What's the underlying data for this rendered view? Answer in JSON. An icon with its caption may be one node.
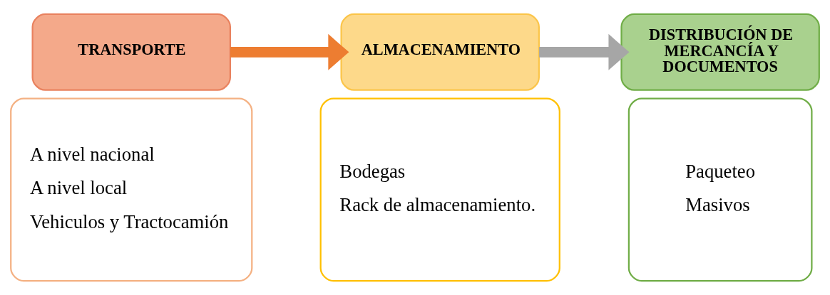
{
  "diagram": {
    "nodes": [
      {
        "text": [
          "TRANSPORTE"
        ]
      },
      {
        "text": [
          "A nivel nacional",
          "A nivel local",
          "Vehiculos y Tractocamión"
        ]
      },
      {
        "text": [
          "ALMACENAMIENTO"
        ]
      },
      {
        "text": [
          "Bodegas",
          "Rack de almacenamiento."
        ]
      },
      {
        "text": [
          "DISTRIBUCIÓN DE MERCANCÍA Y DOCUMENTOS"
        ]
      },
      {
        "text": [
          "Paqueteo",
          "Masivos"
        ]
      }
    ],
    "edges": [
      {
        "from": 0,
        "to": 2,
        "arrow": "to",
        "color": "#ed7d31"
      },
      {
        "from": 2,
        "to": 4,
        "arrow": "to",
        "color": "#a6a6a6"
      }
    ]
  }
}
